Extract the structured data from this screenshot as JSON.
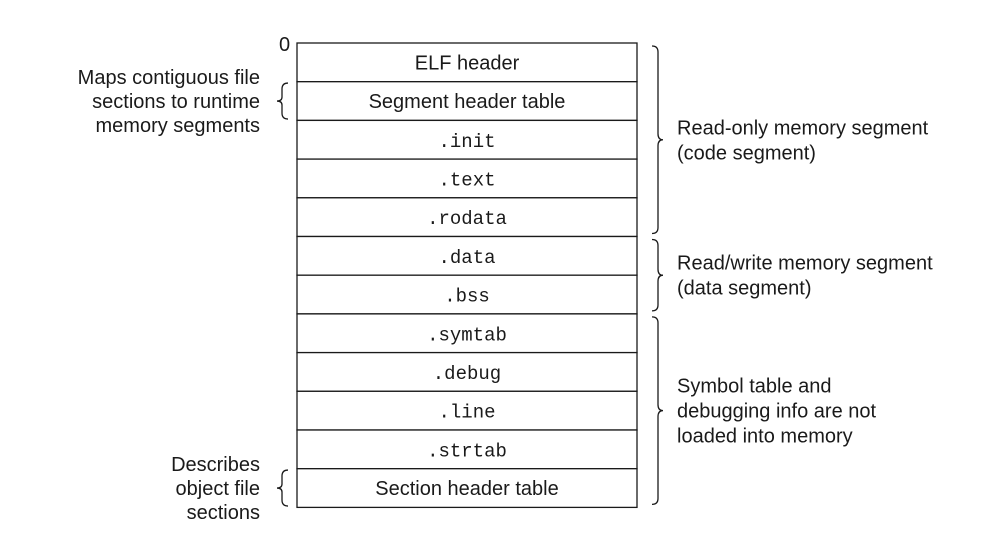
{
  "offset_label": "0",
  "sections": [
    {
      "label": "ELF header",
      "mono": false
    },
    {
      "label": "Segment header table",
      "mono": false
    },
    {
      "label": ".init",
      "mono": true
    },
    {
      "label": ".text",
      "mono": true
    },
    {
      "label": ".rodata",
      "mono": true
    },
    {
      "label": ".data",
      "mono": true
    },
    {
      "label": ".bss",
      "mono": true
    },
    {
      "label": ".symtab",
      "mono": true
    },
    {
      "label": ".debug",
      "mono": true
    },
    {
      "label": ".line",
      "mono": true
    },
    {
      "label": ".strtab",
      "mono": true
    },
    {
      "label": "Section header table",
      "mono": false
    }
  ],
  "left_notes": [
    {
      "lines": [
        "Maps contiguous file",
        "sections to runtime",
        "memory segments"
      ],
      "target": 1
    },
    {
      "lines": [
        "Describes",
        "object file",
        "sections"
      ],
      "target": 11
    }
  ],
  "right_groups": [
    {
      "lines": [
        "Read-only memory segment",
        "(code segment)"
      ],
      "from": 0,
      "to": 4
    },
    {
      "lines": [
        "Read/write memory segment",
        "(data segment)"
      ],
      "from": 5,
      "to": 6
    },
    {
      "lines": [
        "Symbol table and",
        "debugging info are not",
        "loaded into memory"
      ],
      "from": 7,
      "to": 11
    }
  ],
  "colors": {
    "stroke": "#1a1a1a",
    "text": "#1a1a1a",
    "background": "#ffffff"
  }
}
